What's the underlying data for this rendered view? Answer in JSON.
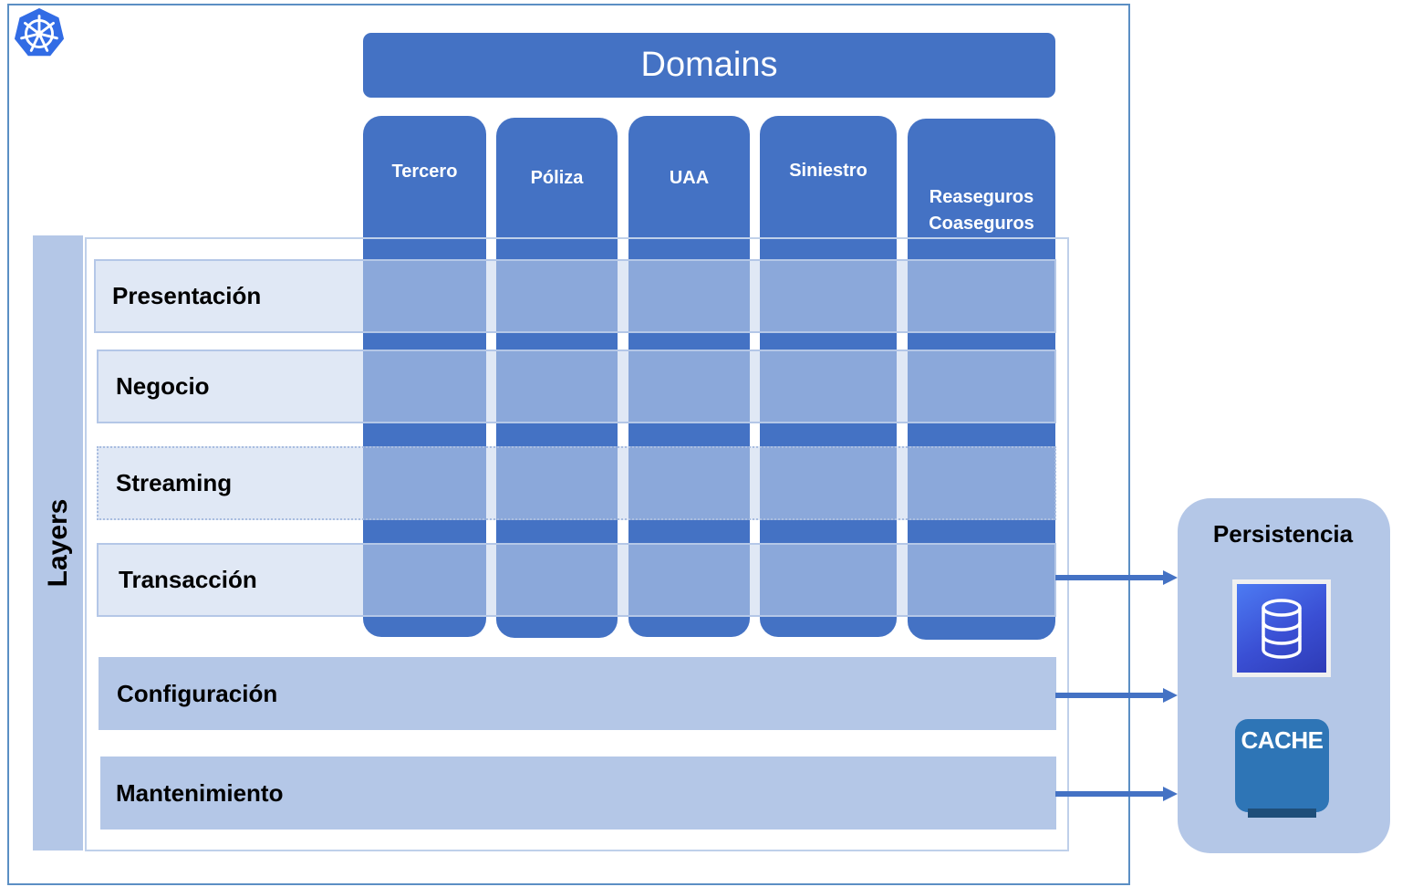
{
  "domains": {
    "title": "Domains",
    "columns": [
      {
        "label": "Tercero"
      },
      {
        "label": "Póliza"
      },
      {
        "label": "UAA"
      },
      {
        "label": "Siniestro"
      },
      {
        "label": "Reaseguros\nCoaseguros"
      }
    ]
  },
  "layers": {
    "title": "Layers",
    "bands": [
      {
        "label": "Presentación"
      },
      {
        "label": "Negocio"
      },
      {
        "label": "Streaming"
      },
      {
        "label": "Transacción"
      },
      {
        "label": "Configuración"
      },
      {
        "label": "Mantenimiento"
      }
    ]
  },
  "persistence": {
    "title": "Persistencia",
    "database_icon": "database-icon",
    "cache_label": "CACHE"
  },
  "colors": {
    "primary": "#4472c4",
    "light": "#b4c7e7",
    "frame": "#5b8fc4"
  }
}
